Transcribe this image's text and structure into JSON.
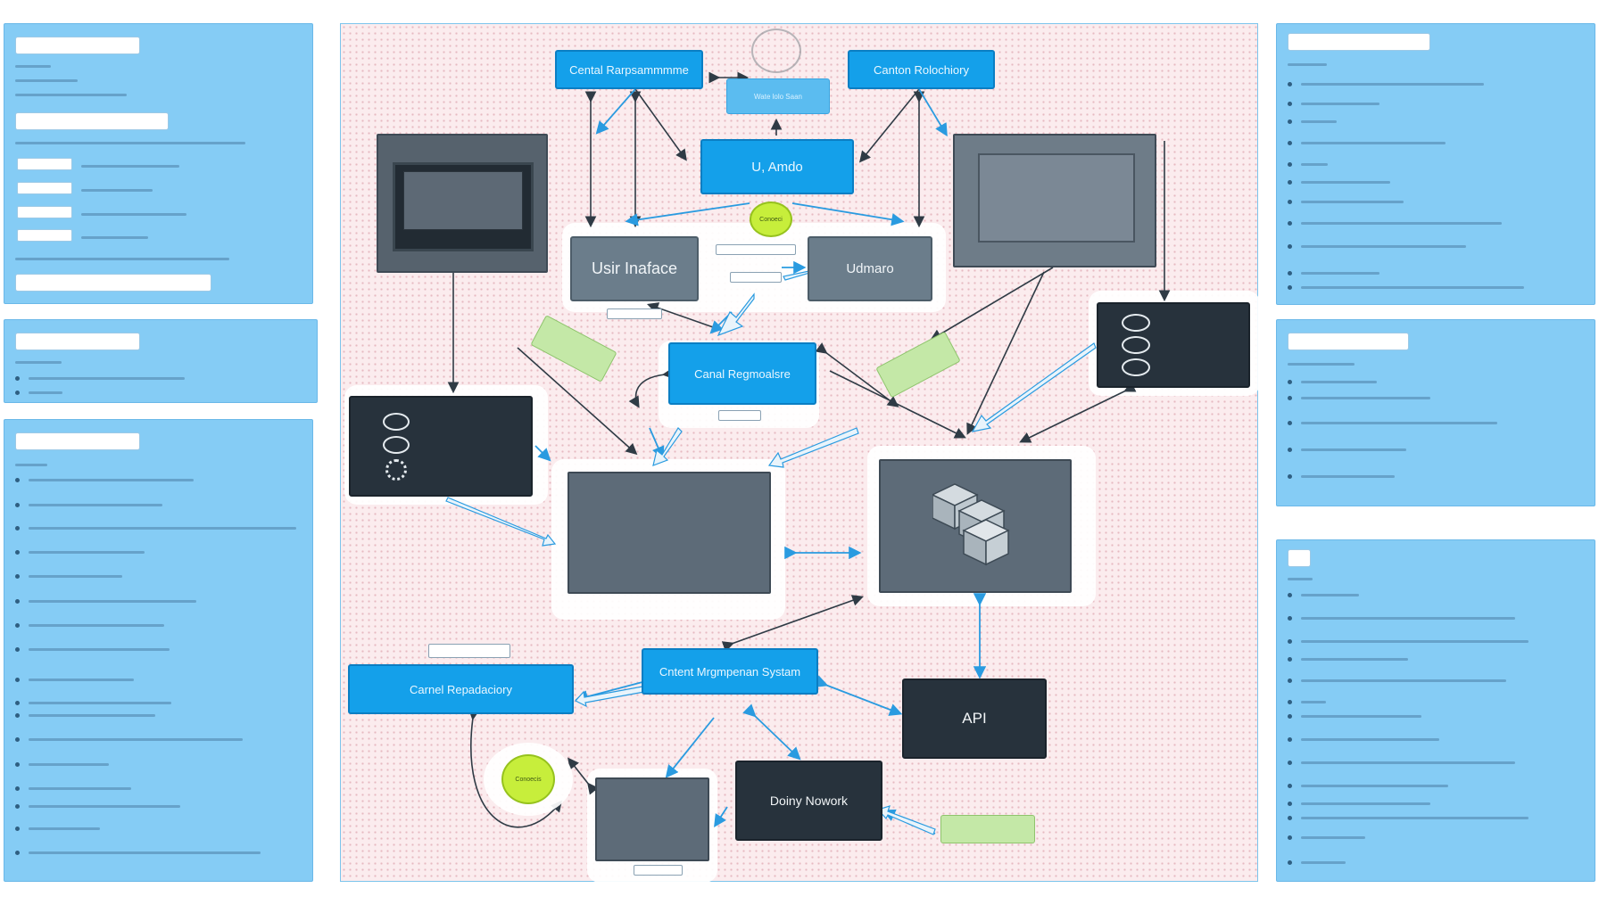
{
  "diagram": {
    "nodes": {
      "content_repo_top_left": "Cental Rarpsammmme",
      "content_repo_top_right": "Canton Rolochiory",
      "top_small_box": "Wate lolo Saan",
      "user_admin": "U, Amdo",
      "user_interface": "Usir Inaface",
      "user_admin_right": "Udmaro",
      "center_repo": "Canal Regmoalsre",
      "content_repo_bottom": "Carnel Repadaciory",
      "cms": "Cntent Mrgmpenan Systam",
      "api": "API",
      "delivery_network": "Doiny Nowork"
    },
    "badges": {
      "top_ring": "Conoeci",
      "bottom_ring": "Conoecis"
    },
    "icons": {
      "database": "database-icon",
      "settings": "gear-icon",
      "cubes": "cubes-icon",
      "monitor": "monitor-icon"
    },
    "colors": {
      "panel": "#85ccf5",
      "node_blue": "#14a0ea",
      "node_gray": "#6b7d8b",
      "node_dark": "#27323c",
      "badge_green": "#c7ee3b",
      "arrow_blue": "#2a9be0",
      "arrow_dark": "#2f3b45"
    }
  }
}
